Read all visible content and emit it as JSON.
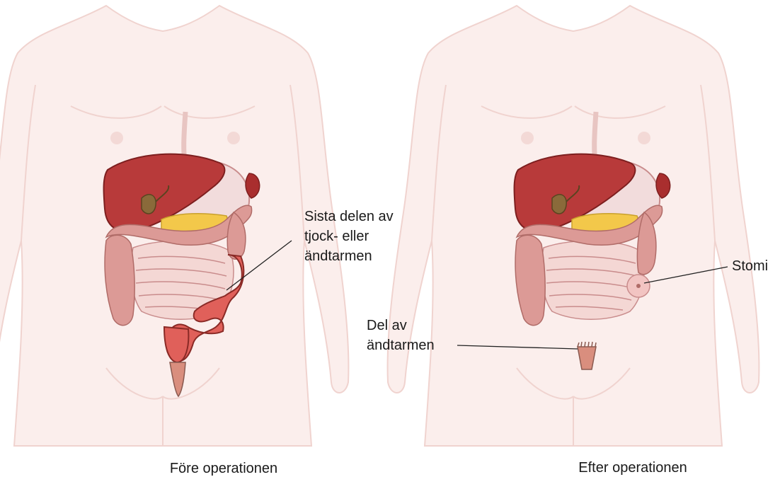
{
  "before": {
    "caption": "Före operationen",
    "annotation_lines": [
      "Sista delen av",
      "tjock- eller",
      "ändtarmen"
    ]
  },
  "after": {
    "caption": "Efter operationen",
    "stoma_label": "Stomi",
    "rectum_lines": [
      "Del av",
      "ändtarmen"
    ]
  },
  "colors": {
    "skin": "#fbeeec",
    "skin_outline": "#f0d3cf",
    "liver": "#b83a3a",
    "stomach": "#f2dcdc",
    "pancreas": "#f3c84a",
    "colon": "#dc9a96",
    "small_intestine": "#f4d7d4",
    "highlight_bowel": "#e0605a",
    "rectum": "#d98e7e"
  }
}
